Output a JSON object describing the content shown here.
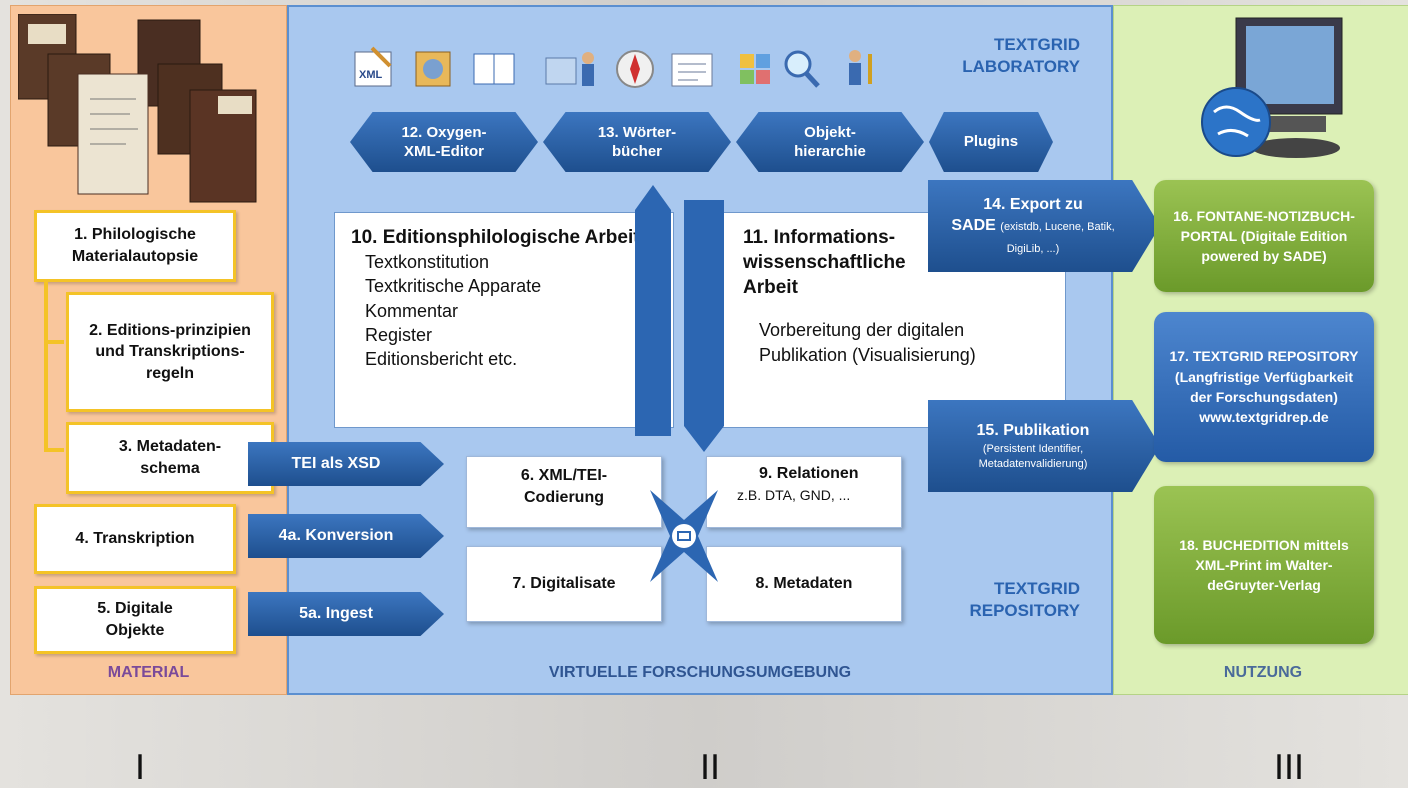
{
  "material": {
    "title": "MATERIAL",
    "steps": [
      "1. Philologische Materialautopsie",
      "2. Editions-prinzipien und Transkriptions-regeln",
      "3. Metadaten-schema",
      "4. Transkription",
      "5. Digitale Objekte"
    ]
  },
  "vfu": {
    "title": "VIRTUELLE FORSCHUNGSUMGEBUNG",
    "lab_title": "TEXTGRID LABORATORY",
    "repo_title": "TEXTGRID REPOSITORY",
    "tools": [
      "12. Oxygen-XML-Editor",
      "13. Wörter-bücher",
      "Objekt-hierarchie",
      "Plugins"
    ],
    "work10": {
      "title": "10. Editionsphilologische Arbeit",
      "items": [
        "Textkonstitution",
        "Textkritische Apparate",
        "Kommentar",
        "Register",
        "Editionsbericht etc."
      ]
    },
    "work11": {
      "title": "11. Informations-wissenschaftliche Arbeit",
      "items": [
        "Vorbereitung der digitalen",
        "Publikation (Visualisierung)"
      ]
    },
    "arrows": [
      "TEI als XSD",
      "4a. Konversion",
      "5a. Ingest"
    ],
    "export14": {
      "title": "14. Export zu",
      "sade": "SADE",
      "detail": "(existdb, Lucene, Batik, DigiLib, ...)"
    },
    "pub15": {
      "title": "15. Publikation",
      "detail": "(Persistent Identifier, Metadatenvalidierung)"
    },
    "cards": [
      "6. XML/TEI-Codierung",
      "9. Relationen",
      "z.B. DTA, GND, ...",
      "7. Digitalisate",
      "8. Metadaten"
    ],
    "icons": [
      "xml-editor-icon",
      "image-icon",
      "book-icon",
      "user-folder-icon",
      "compass-icon",
      "form-icon",
      "grid-icon",
      "magnifier-icon",
      "user-key-icon"
    ]
  },
  "nutzung": {
    "title": "NUTZUNG",
    "box16": "16. FONTANE-NOTIZBUCH-PORTAL (Digitale Edition powered by SADE)",
    "box17": "17. TEXTGRID REPOSITORY (Langfristige Verfügbarkeit der Forschungsdaten) www.textgridrep.de",
    "box18": "18. BUCHEDITION mittels XML-Print im Walter-deGruyter-Verlag"
  },
  "roman": [
    "I",
    "II",
    "III"
  ],
  "colors": {
    "material": "#f9c69c",
    "vfu": "#a9c8ef",
    "nutzung": "#dcf0b6",
    "yellow": "#f4c327",
    "blue": "#245ba6",
    "green": "#6b9a2a"
  }
}
